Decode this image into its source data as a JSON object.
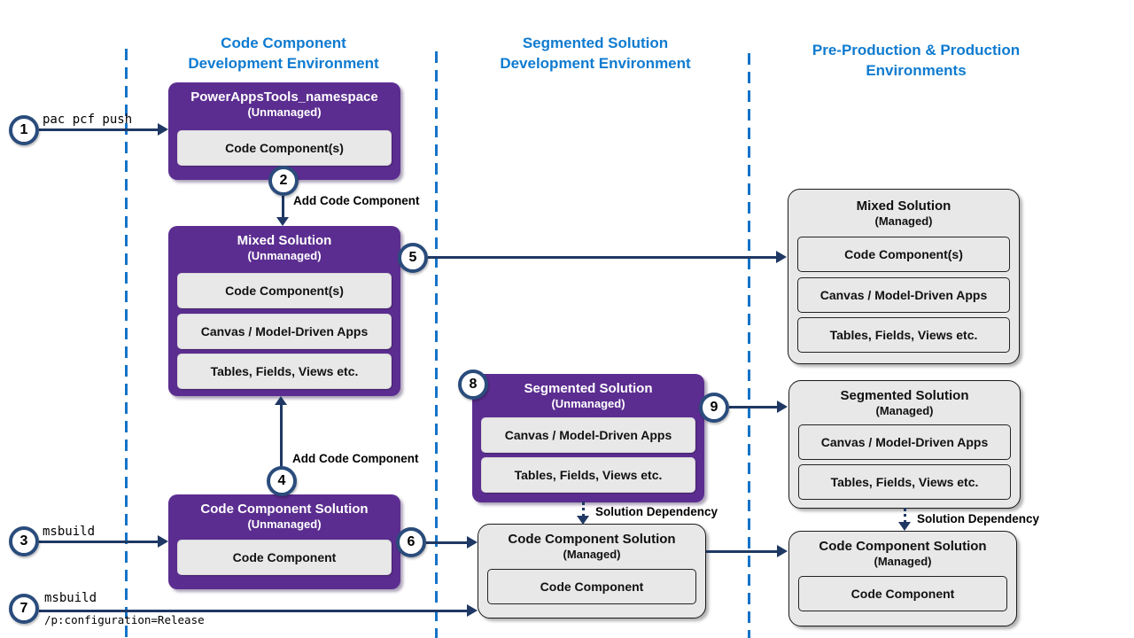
{
  "colors": {
    "purple": "#5b2d90",
    "box_gray": "#e8e8e8",
    "header_blue": "#0f7bd0",
    "dash_blue": "#1473c8",
    "arrow_navy": "#1f3864"
  },
  "headers": {
    "col1": {
      "line1": "Code Component",
      "line2": "Development Environment"
    },
    "col2": {
      "line1": "Segmented Solution",
      "line2": "Development Environment"
    },
    "col3": {
      "line1": "Pre-Production & Production",
      "line2": "Environments"
    }
  },
  "steps": [
    "1",
    "2",
    "3",
    "4",
    "5",
    "6",
    "7",
    "8",
    "9"
  ],
  "boxes": {
    "powerapps": {
      "title": "PowerAppsTools_namespace",
      "state": "(Unmanaged)",
      "items": [
        "Code Component(s)"
      ]
    },
    "mixed_unmanaged": {
      "title": "Mixed Solution",
      "state": "(Unmanaged)",
      "items": [
        "Code Component(s)",
        "Canvas / Model-Driven Apps",
        "Tables, Fields, Views etc."
      ]
    },
    "ccs_unmanaged": {
      "title": "Code Component Solution",
      "state": "(Unmanaged)",
      "items": [
        "Code Component"
      ]
    },
    "segmented_unmanaged": {
      "title": "Segmented Solution",
      "state": "(Unmanaged)",
      "items": [
        "Canvas / Model-Driven Apps",
        "Tables, Fields, Views etc."
      ]
    },
    "ccs_managed_mid": {
      "title": "Code Component Solution",
      "state": "(Managed)",
      "items": [
        "Code Component"
      ]
    },
    "mixed_managed": {
      "title": "Mixed Solution",
      "state": "(Managed)",
      "items": [
        "Code Component(s)",
        "Canvas / Model-Driven Apps",
        "Tables, Fields, Views etc."
      ]
    },
    "segmented_managed": {
      "title": "Segmented Solution",
      "state": "(Managed)",
      "items": [
        "Canvas / Model-Driven Apps",
        "Tables, Fields, Views etc."
      ]
    },
    "ccs_managed_right": {
      "title": "Code Component Solution",
      "state": "(Managed)",
      "items": [
        "Code Component"
      ]
    }
  },
  "labels": {
    "pac_pcf_push": "pac pcf push",
    "msbuild": "msbuild",
    "msbuild_release_line1": "msbuild",
    "msbuild_release_line2": "/p:configuration=Release",
    "add_code_component_top": "Add Code Component",
    "add_code_component_bottom": "Add Code Component",
    "solution_dependency_mid": "Solution Dependency",
    "solution_dependency_right": "Solution Dependency"
  }
}
